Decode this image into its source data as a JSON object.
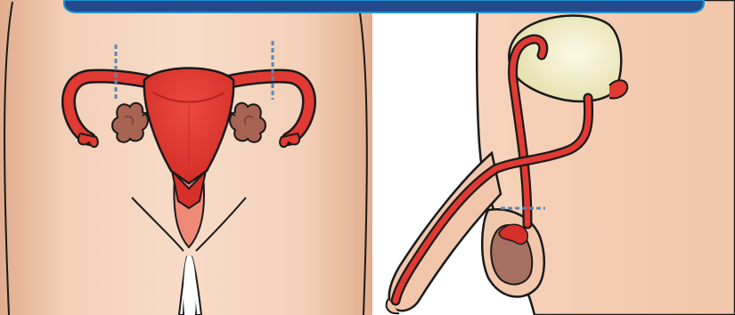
{
  "diagram": {
    "panels": [
      {
        "key": "female",
        "depicts": "uterus-fallopian-tubes-ovaries"
      },
      {
        "key": "male",
        "depicts": "testis-vas-deferens-bladder"
      }
    ],
    "colors": {
      "header_bar": "#244a8c",
      "header_bar_border": "#1e93d6",
      "skin_light": "#f7d8c2",
      "skin_mid": "#eab89a",
      "skin_shadow": "#d8a07f",
      "organ_red": "#e03a32",
      "organ_red_dark": "#b52320",
      "organ_pink": "#f08a78",
      "ovary": "#a86452",
      "bladder": "#eeeabc",
      "testis": "#a57060",
      "outline": "#1a1a1a",
      "cut_line": "#5f86b0"
    }
  }
}
